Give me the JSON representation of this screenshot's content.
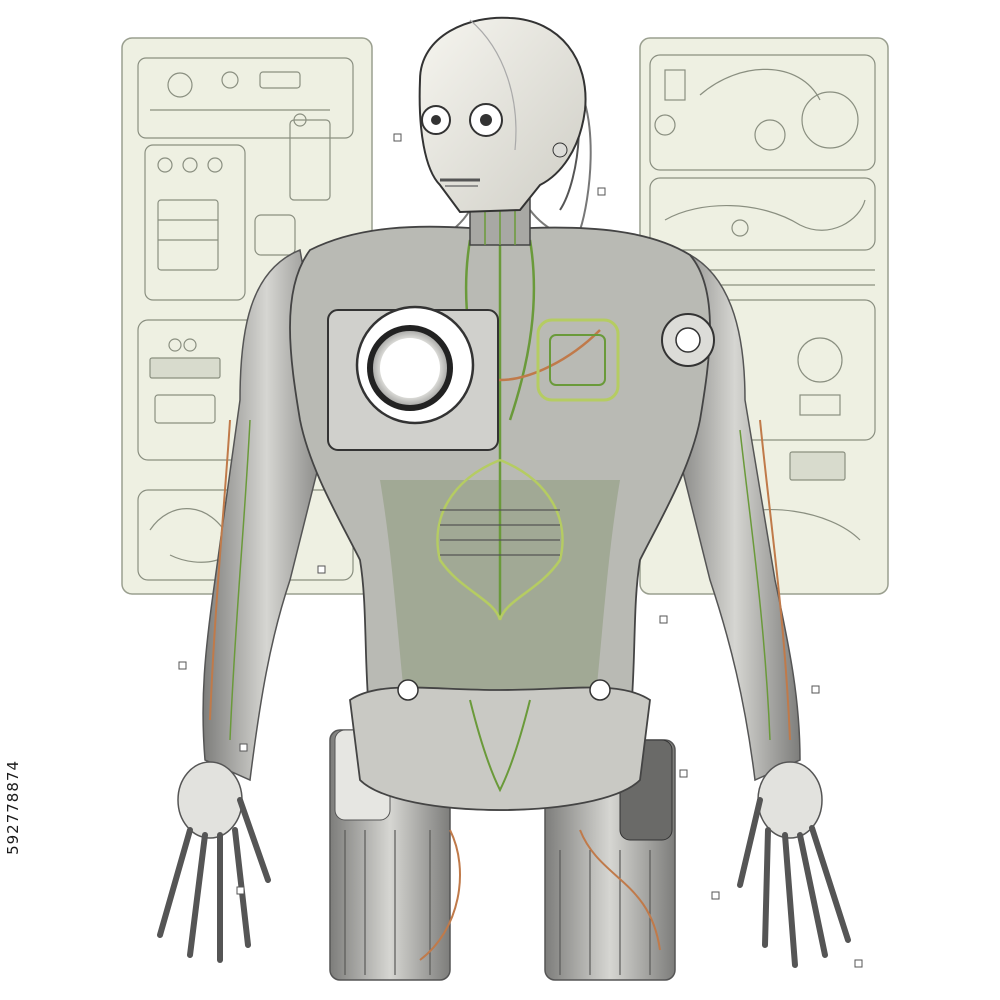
{
  "image": {
    "side_id": "592778874",
    "palette": {
      "paper": "#eef0e2",
      "panel_line": "#8a8f80",
      "metal": "#9a9a98",
      "metal_light": "#d9d9d5",
      "metal_dark": "#5a5a58",
      "wire_green": "#6a9a3a",
      "wire_lime": "#b5cc62",
      "wire_orange": "#c07a4a",
      "skull": "#ecebe3"
    },
    "elements": [
      "blueprint-panel-left",
      "blueprint-panel-right",
      "robot-head",
      "robot-torso",
      "chest-reactor",
      "left-arm",
      "right-arm",
      "left-hand",
      "right-hand",
      "pelvis",
      "left-leg",
      "right-leg"
    ]
  }
}
